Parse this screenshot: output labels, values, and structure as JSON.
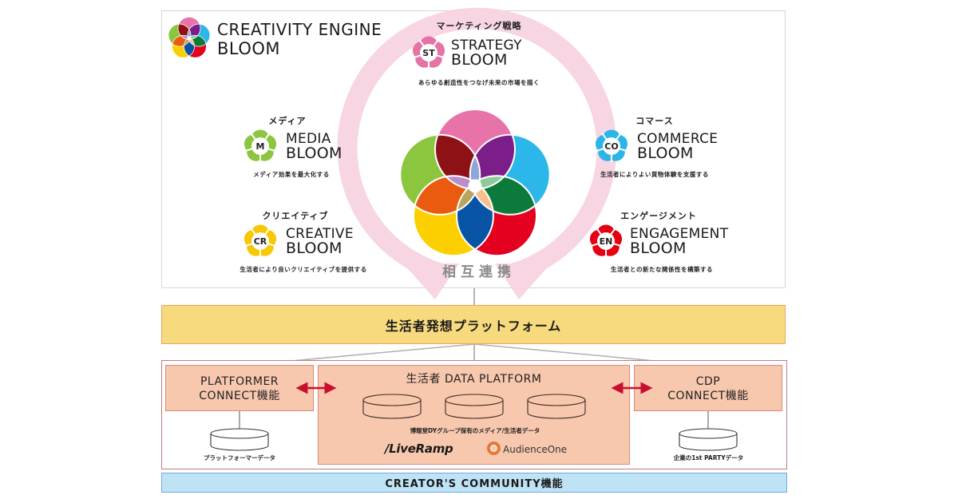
{
  "engine": {
    "title_line1": "CREATIVITY ENGINE",
    "title_line2": "BLOOM"
  },
  "blooms": [
    {
      "key": "strategy",
      "badge": "ST",
      "jp": "マーケティング戦略",
      "name1": "STRATEGY",
      "name2": "BLOOM",
      "sub": "あらゆる創造性をつなげ未来の市場を描く",
      "color": "#e573a6"
    },
    {
      "key": "media",
      "badge": "M",
      "jp": "メディア",
      "name1": "MEDIA",
      "name2": "BLOOM",
      "sub": "メディア効果を最大化する",
      "color": "#8cc63f"
    },
    {
      "key": "commerce",
      "badge": "CO",
      "jp": "コマース",
      "name1": "COMMERCE",
      "name2": "BLOOM",
      "sub": "生活者によりよい買物体験を支援する",
      "color": "#2cb5e8"
    },
    {
      "key": "creative",
      "badge": "CR",
      "jp": "クリエイティブ",
      "name1": "CREATIVE",
      "name2": "BLOOM",
      "sub": "生活者により良いクリエイティブを提供する",
      "color": "#f7c700"
    },
    {
      "key": "engagement",
      "badge": "EN",
      "jp": "エンゲージメント",
      "name1": "ENGAGEMENT",
      "name2": "BLOOM",
      "sub": "生活者との新たな関係性を構築する",
      "color": "#e60012"
    }
  ],
  "center": {
    "caption": "相互連携",
    "colors": {
      "pink": "#e873a8",
      "cyan": "#2bb7ea",
      "red": "#e60020",
      "yellow": "#fcd000",
      "green": "#8cc63f",
      "maroon": "#8e1116",
      "purple": "#7b1e8a",
      "darkgreen": "#0b7a3b",
      "blue": "#0753a4",
      "orange": "#ea5a0f",
      "mint": "#8dcb9a",
      "peach": "#f5c08c",
      "khaki": "#b9a45c",
      "lilac": "#b98fc7",
      "periwinkle": "#8fa5d8"
    }
  },
  "platform": {
    "label": "生活者発想プラットフォーム"
  },
  "data_layer": {
    "platformer_connect": {
      "line1": "PLATFORMER",
      "line2": "CONNECT機能",
      "db_caption": "プラットフォーマーデータ"
    },
    "data_platform": {
      "title": "生活者 DATA PLATFORM",
      "db_caption": "博報堂DYグループ保有のメディア/生活者データ",
      "partner1": "/LiveRamp",
      "partner2": "AudienceOne"
    },
    "cdp_connect": {
      "line1": "CDP",
      "line2": "CONNECT機能",
      "db_caption": "企業の1st PARTYデータ"
    }
  },
  "creators": {
    "label": "CREATOR'S COMMUNITY機能"
  }
}
